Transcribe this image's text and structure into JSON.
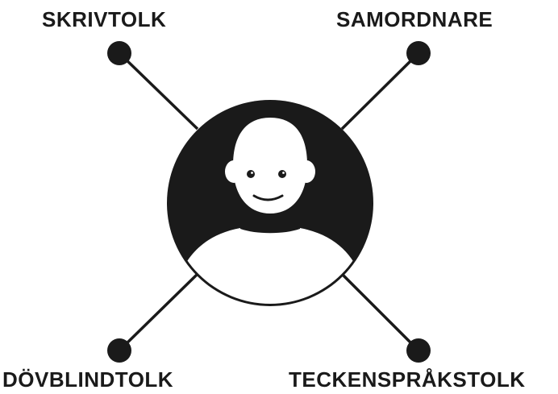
{
  "labels": {
    "top_left": "SKRIVTOLK",
    "top_right": "SAMORDNARE",
    "bottom_left": "DÖVBLINDTOLK",
    "bottom_right": "TECKENSPRÅKSTOLK"
  },
  "colors": {
    "ink": "#1a1a1a",
    "background": "#ffffff"
  },
  "icons": {
    "center": "person-avatar-icon",
    "node": "filled-dot"
  }
}
